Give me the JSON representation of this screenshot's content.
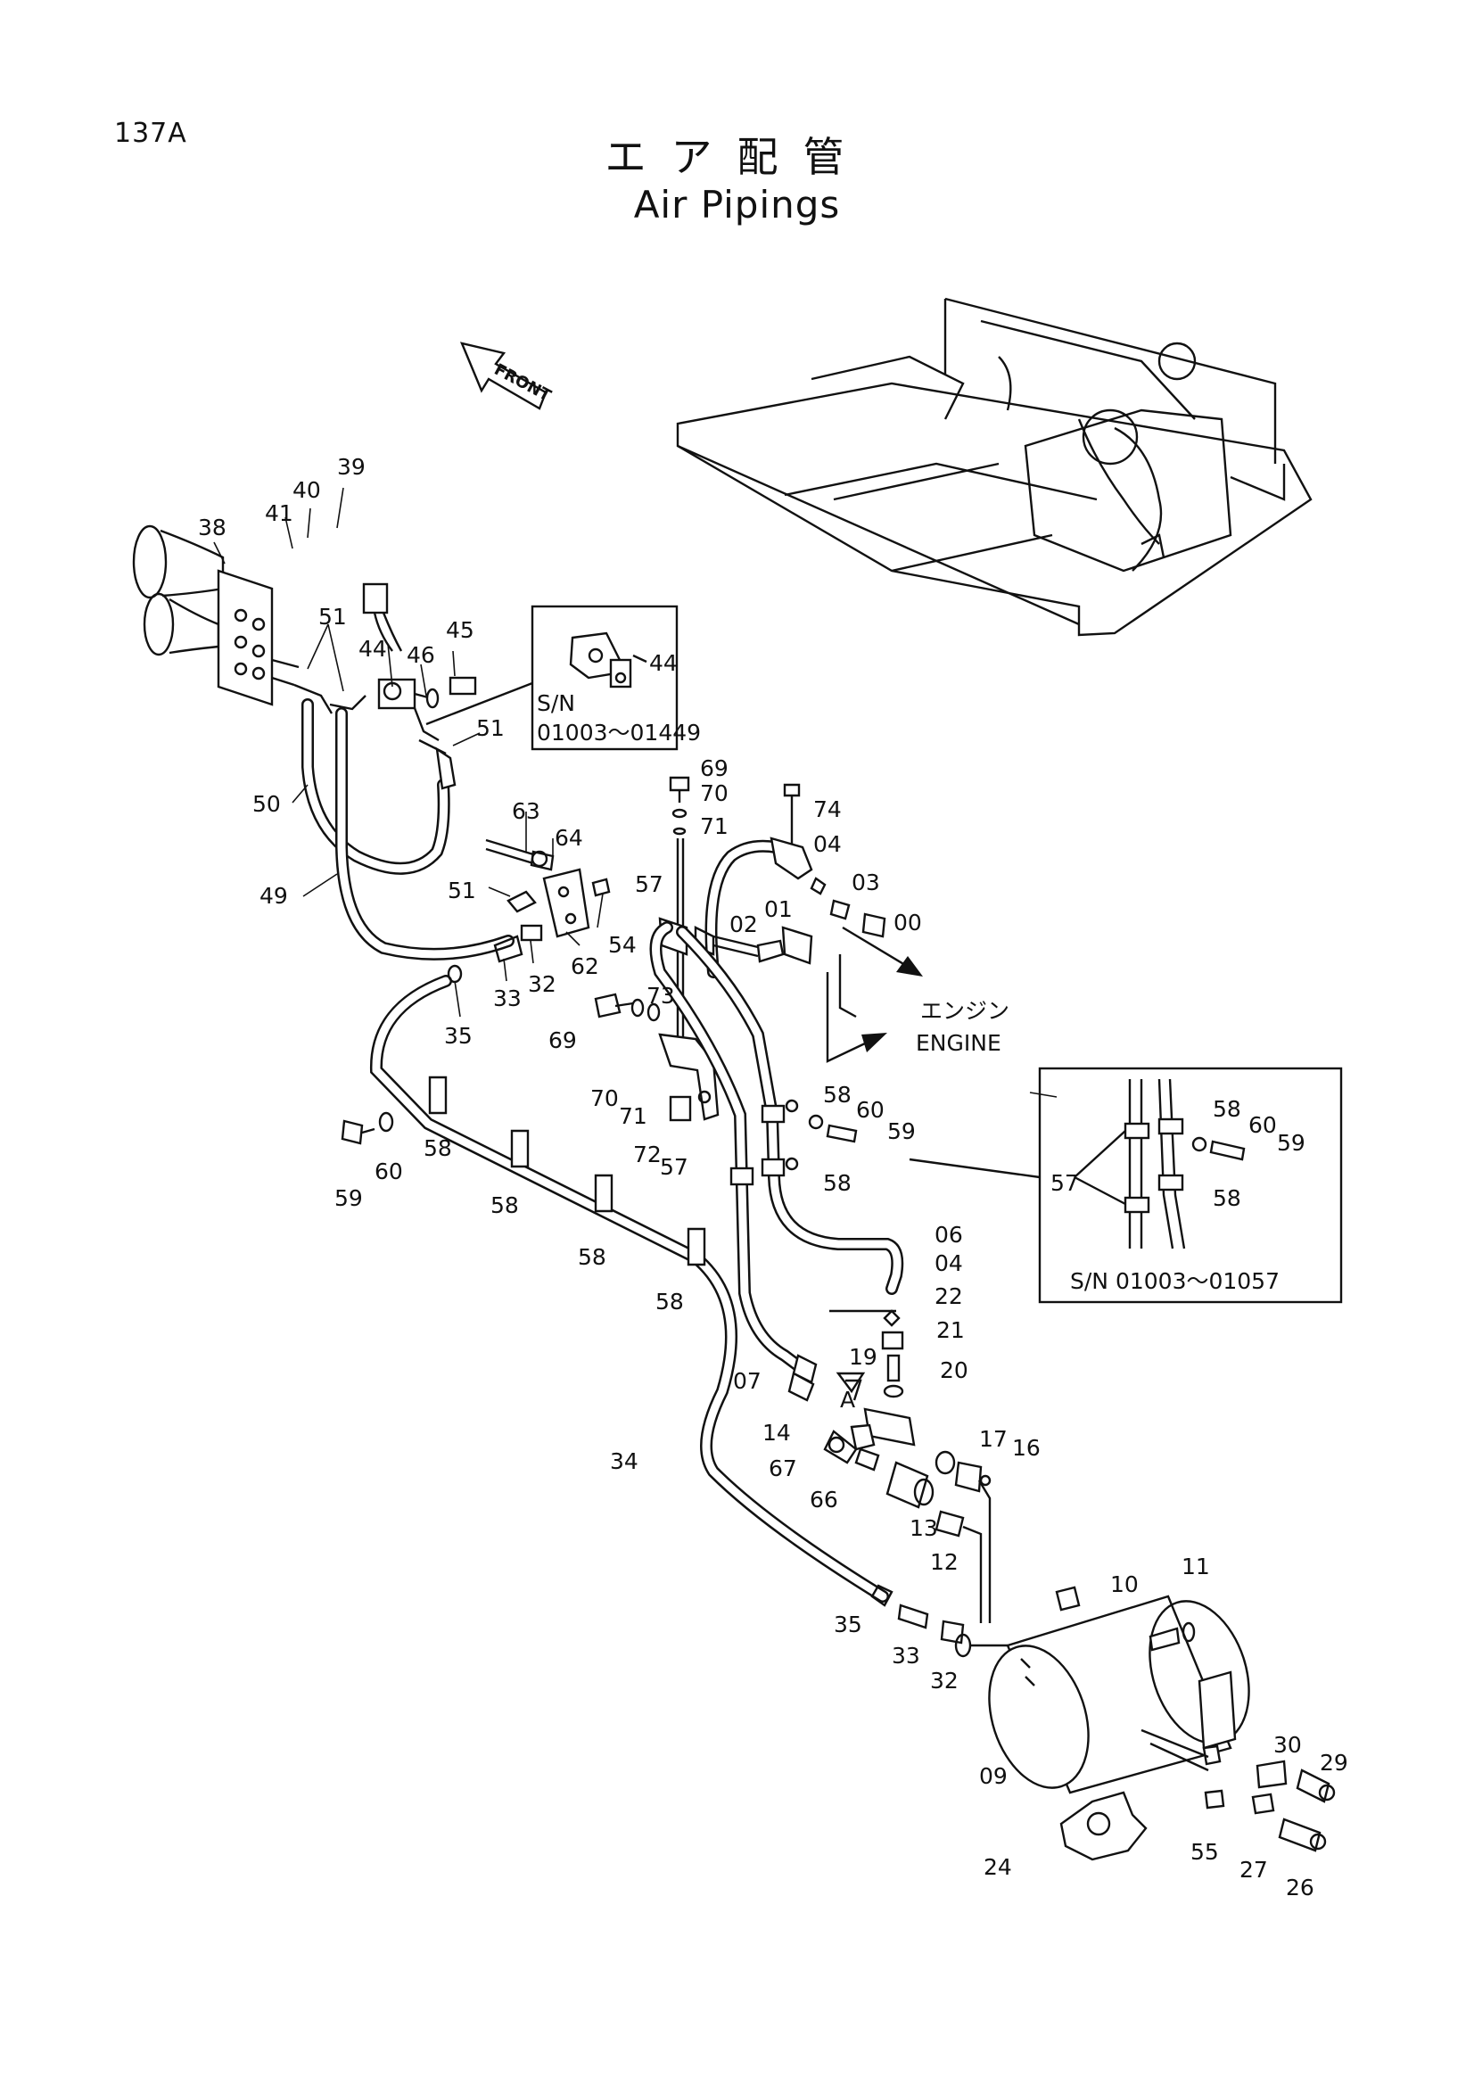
{
  "page_number": "137A",
  "title_jp": "エア配管",
  "title_en": "Air Pipings",
  "front_label": "FRONT",
  "engine_label_jp": "エンジン",
  "engine_label_en": "ENGINE",
  "detail_label_a": "A",
  "inset_44": {
    "serial": "S/N",
    "range": "01003～01449",
    "part": "44"
  },
  "inset_clamp": {
    "serial": "S/N 01003～01057",
    "parts": [
      "58",
      "60",
      "59",
      "57",
      "58"
    ]
  },
  "callouts": [
    "39",
    "40",
    "41",
    "38",
    "51",
    "44",
    "46",
    "45",
    "51",
    "50",
    "49",
    "63",
    "64",
    "51",
    "62",
    "54",
    "33",
    "32",
    "35",
    "69",
    "70",
    "71",
    "74",
    "04",
    "03",
    "00",
    "57",
    "01",
    "02",
    "73",
    "69",
    "70",
    "71",
    "72",
    "58",
    "60",
    "59",
    "57",
    "58",
    "59",
    "60",
    "58",
    "58",
    "58",
    "58",
    "34",
    "06",
    "04",
    "22",
    "21",
    "20",
    "19",
    "07",
    "14",
    "67",
    "66",
    "13",
    "12",
    "17",
    "16",
    "35",
    "33",
    "32",
    "10",
    "11",
    "09",
    "30",
    "29",
    "55",
    "27",
    "26",
    "24"
  ]
}
